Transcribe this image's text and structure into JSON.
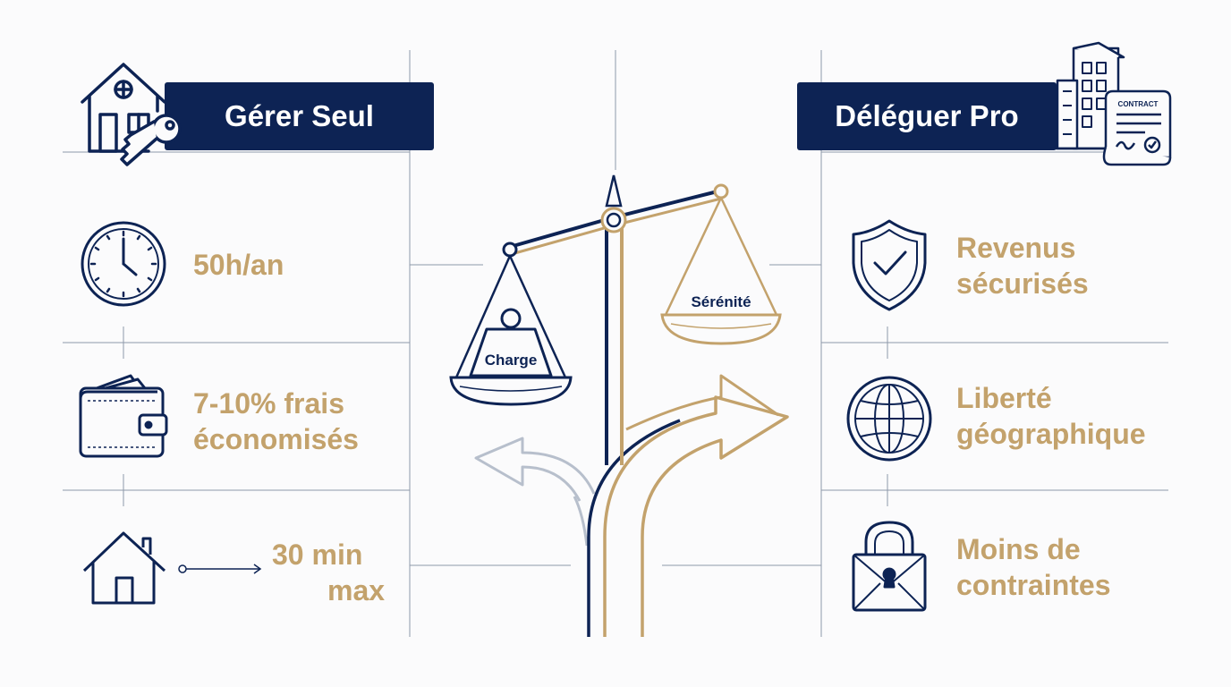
{
  "colors": {
    "navy": "#0d2354",
    "gold": "#c3a26c",
    "grey": "#b7bfcc",
    "line": "#8e98aa",
    "background": "#fbfbfc"
  },
  "left_panel": {
    "header": "Gérer Seul",
    "header_icon": "house-key-icon",
    "items": [
      {
        "icon": "clock-icon",
        "lines": [
          "50h/an"
        ]
      },
      {
        "icon": "wallet-icon",
        "lines": [
          "7-10% frais",
          "économisés"
        ]
      },
      {
        "icon": "house-arrow-icon",
        "lines": [
          "30 min",
          "max"
        ]
      }
    ]
  },
  "right_panel": {
    "header": "Déléguer Pro",
    "header_icon": "building-contract-icon",
    "contract_label": "CONTRACT",
    "items": [
      {
        "icon": "shield-check-icon",
        "lines": [
          "Revenus",
          "sécurisés"
        ]
      },
      {
        "icon": "globe-icon",
        "lines": [
          "Liberté",
          "géographique"
        ]
      },
      {
        "icon": "padlock-icon",
        "lines": [
          "Moins de",
          "contraintes"
        ]
      }
    ]
  },
  "center": {
    "scale_icon": "balance-scale-icon",
    "left_pan_label": "Charge",
    "right_pan_label": "Sérénité",
    "arrows_icon": "diverging-arrows-icon"
  }
}
